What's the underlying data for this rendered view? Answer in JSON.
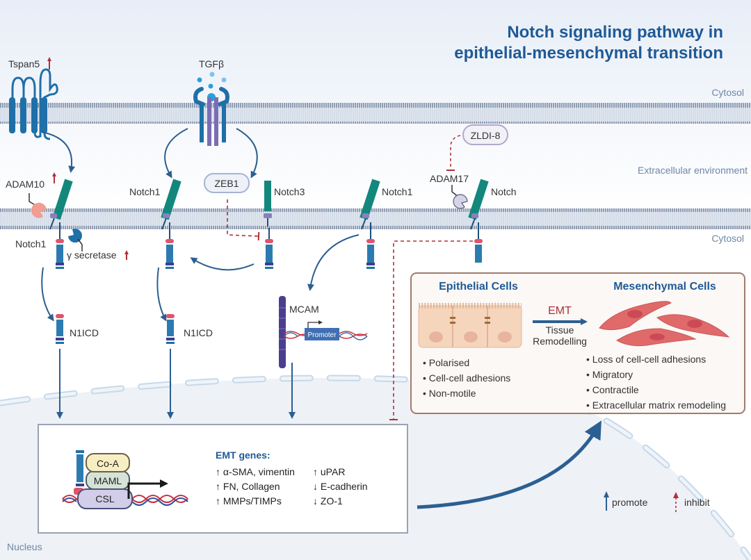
{
  "title": {
    "line1": "Notch signaling pathway in",
    "line2": "epithelial-mesenchymal transition"
  },
  "regions": {
    "cytosol_top": "Cytosol",
    "extracellular": "Extracellular environment",
    "cytosol_mid": "Cytosol",
    "nucleus": "Nucleus"
  },
  "labels": {
    "tspan5": "Tspan5",
    "tgfb": "TGFβ",
    "zeb1": "ZEB1",
    "zldi8": "ZLDI-8",
    "adam10": "ADAM10",
    "adam17": "ADAM17",
    "notch1_a": "Notch1",
    "notch1_b": "Notch1",
    "notch3": "Notch3",
    "notch1_c": "Notch1",
    "notch": "Notch",
    "notch1_low": "Notch1",
    "gamma_secretase": "γ secretase",
    "n1icd_a": "N1ICD",
    "n1icd_b": "N1ICD",
    "mcam": "MCAM",
    "promoter": "Promoter"
  },
  "emt_box": {
    "epithelial_title": "Epithelial Cells",
    "mesenchymal_title": "Mesenchymal Cells",
    "emt_label": "EMT",
    "tissue": "Tissue",
    "remodelling": "Remodelling",
    "epithelial_traits": [
      "Polarised",
      "Cell-cell adhesions",
      "Non-motile"
    ],
    "mesenchymal_traits": [
      "Loss of cell-cell adhesions",
      "Migratory",
      "Contractile",
      "Extracellular matrix remodeling"
    ]
  },
  "nucleus_box": {
    "complex": [
      "Co-A",
      "MAML",
      "CSL"
    ],
    "genes_title": "EMT genes:",
    "genes_col1": [
      "↑ α-SMA, vimentin",
      "↑ FN, Collagen",
      "↑ MMPs/TIMPs"
    ],
    "genes_col2": [
      "↑ uPAR",
      "↓ E-cadherin",
      "↓ ZO-1"
    ]
  },
  "legend": {
    "promote": "promote",
    "inhibit": "inhibit"
  },
  "colors": {
    "title_blue": "#1f5a96",
    "arrow_blue": "#2b5f92",
    "inhibit_red": "#b0303a",
    "notch_teal": "#14877c",
    "membrane": "#8f9db3",
    "emt_box_border": "#a07c6a",
    "epithelial": "#f6d5bd",
    "mesenchymal": "#e06a6a"
  }
}
